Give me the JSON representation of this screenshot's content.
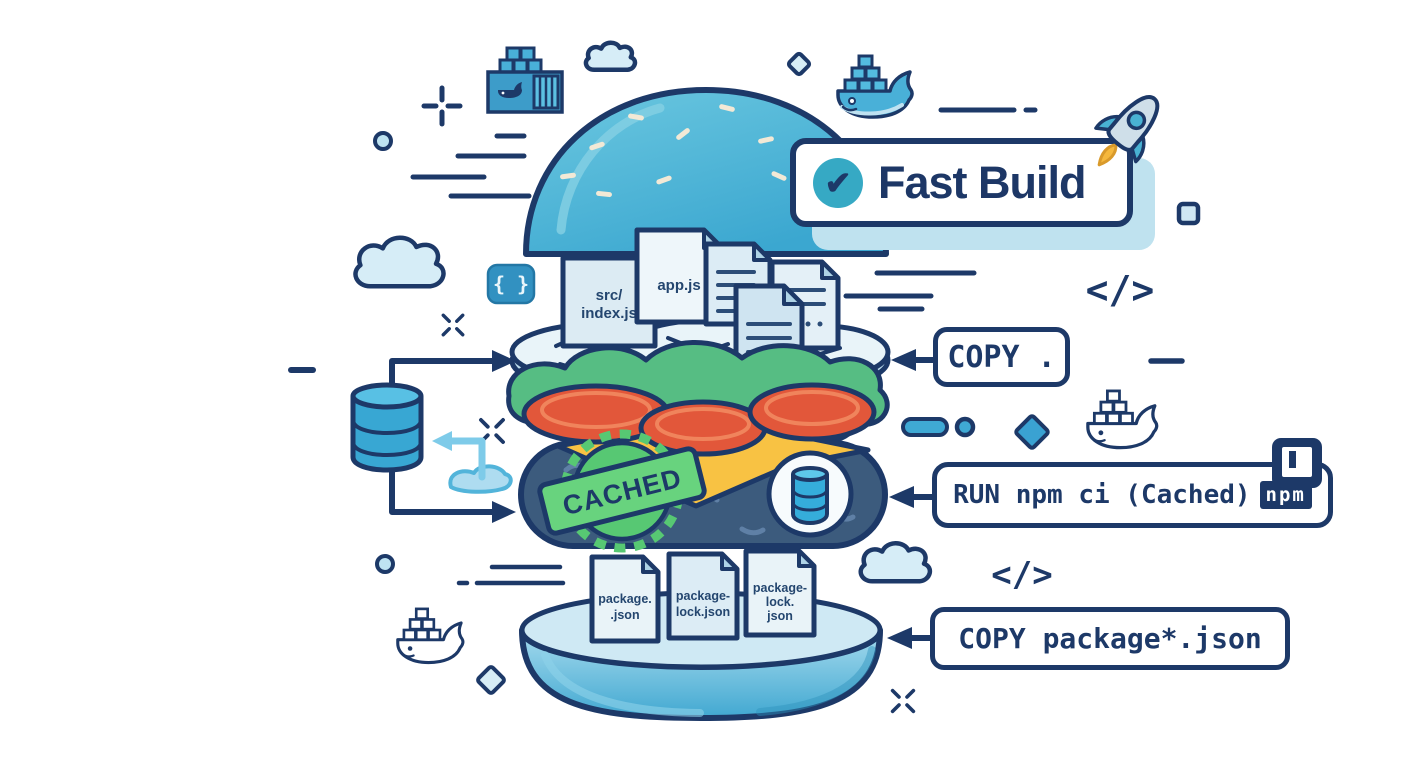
{
  "banner": {
    "label": "Fast Build"
  },
  "instruction_labels": {
    "copy_all": "COPY .",
    "run_npm": "RUN npm ci (Cached)",
    "npm_wordmark": "npm",
    "copy_pkg": "COPY package*.json"
  },
  "stamp": {
    "label": "CACHED"
  },
  "source_files": {
    "src_index": {
      "line1": "src/",
      "line2": "index.js"
    },
    "app_js": {
      "line1": "app.js"
    }
  },
  "package_files": {
    "p1": {
      "line1": "package.",
      "line2": ".json"
    },
    "p2": {
      "line1": "package-",
      "line2": "lock.json"
    },
    "p3": {
      "line1": "package-",
      "line2": "lock.",
      "line3": "json"
    }
  },
  "icons": {
    "check": "✔",
    "braces": "{ }",
    "code_slash_right": "</>",
    "code_slash_bottom": "</>"
  },
  "colors": {
    "outline_navy": "#1d3968",
    "bun_teal": "#45acd3",
    "light_blue": "#cfe9f5",
    "lettuce_green": "#56bd83",
    "tomato_red": "#e2573a",
    "cheese_yellow": "#f8c243",
    "patty_slate": "#3c5b7d",
    "stamp_green": "#57c873",
    "accent_blue": "#3fa9d4",
    "banner_shadow": "#bfe2ef"
  }
}
